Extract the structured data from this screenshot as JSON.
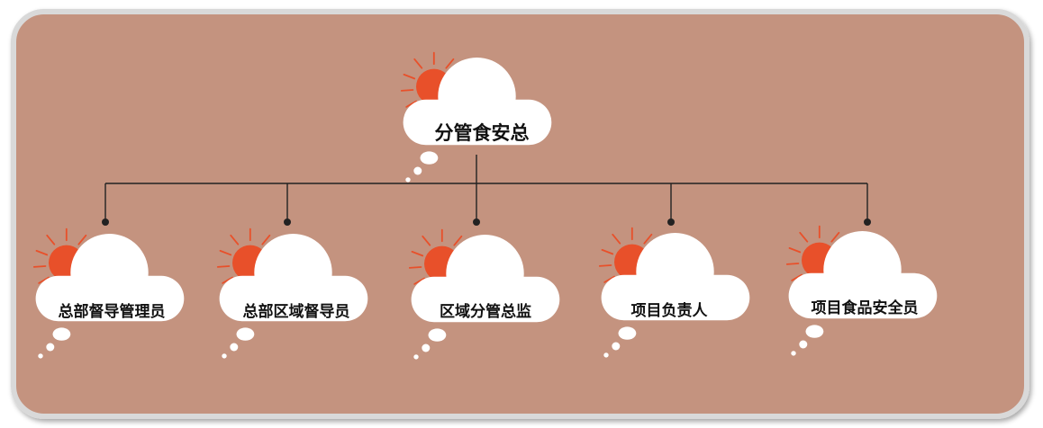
{
  "root": {
    "label": "分管食安总"
  },
  "children": [
    {
      "label": "总部督导管理员"
    },
    {
      "label": "总部区域督导员"
    },
    {
      "label": "区域分管总监"
    },
    {
      "label": "项目负责人"
    },
    {
      "label": "项目食品安全员"
    }
  ],
  "colors": {
    "panel": "#c4937f",
    "panel_border": "#d9d9d9",
    "cloud": "#ffffff",
    "sun": "#e8502a",
    "connector": "#222222"
  },
  "icons": {
    "node_decoration": "sun-cloud-icon"
  }
}
